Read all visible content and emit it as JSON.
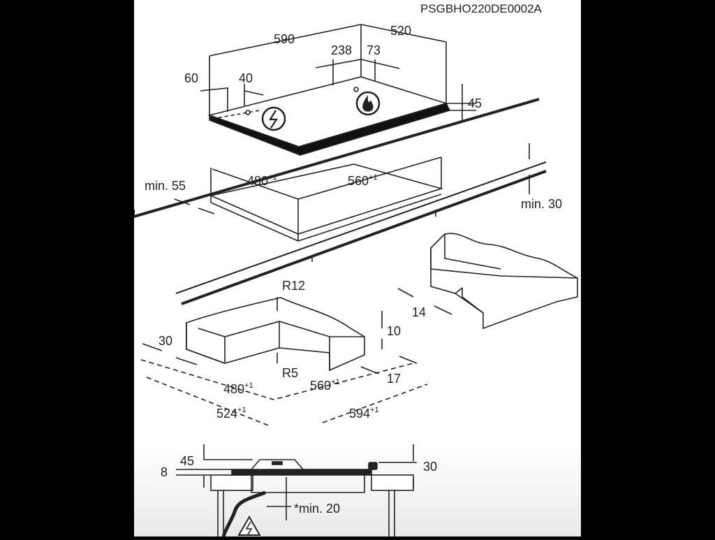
{
  "document_code": "PSGBHO220DE0002A",
  "top_view": {
    "width": "590",
    "depth": "520",
    "electric_offset": "60",
    "electric_depth": "40",
    "gas_offset": "238",
    "gas_depth": "73",
    "thickness": "45",
    "electric_symbol": "electric-hazard-icon",
    "gas_symbol": "flame-icon"
  },
  "cutout": {
    "width": "480",
    "width_tol": "+1",
    "length": "560",
    "length_tol": "+1",
    "min_front": "min. 55",
    "min_back": "min. 30"
  },
  "template_piece": {
    "radius_outer": "R12",
    "radius_inner": "R5",
    "left_dim": "30",
    "height_dim": "10",
    "side_dim": "17",
    "inner_width": "480",
    "inner_width_tol": "+1",
    "inner_length": "560",
    "inner_length_tol": "+1",
    "outer_width": "524",
    "outer_width_tol": "+1",
    "outer_length": "594",
    "outer_length_tol": "+1"
  },
  "alt_piece": {
    "offset": "14"
  },
  "section": {
    "top_height": "45",
    "left_gap": "8",
    "right_height": "30",
    "min_clearance": "*min. 20",
    "warning_symbol": "electric-warning-icon"
  },
  "colors": {
    "background": "#ffffff",
    "ink": "#222222",
    "frame": "#000000"
  }
}
